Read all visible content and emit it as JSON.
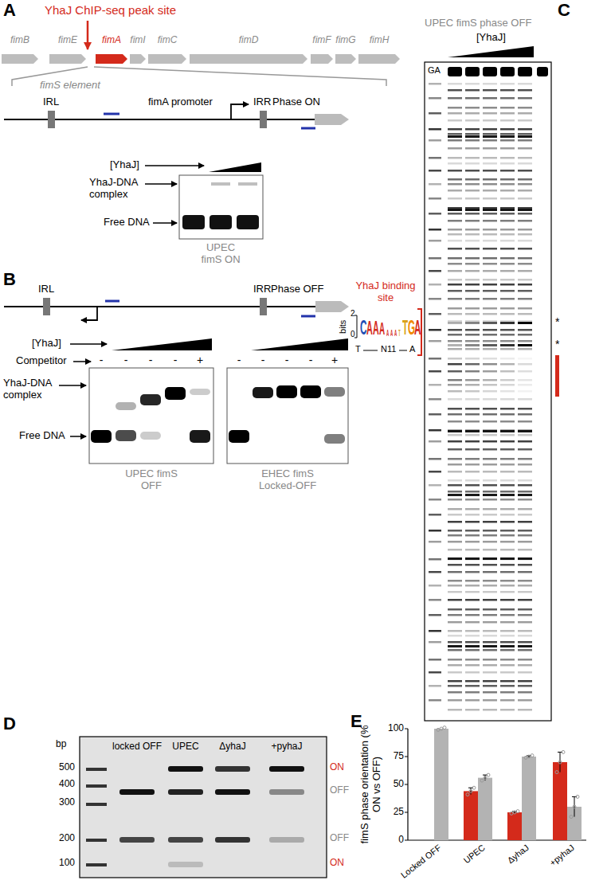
{
  "diagram": {
    "nodes": [
      {
        "text": [
          "fimB"
        ]
      },
      {
        "text": [
          "fimE"
        ]
      },
      {
        "text": [
          "fimA"
        ]
      },
      {
        "text": [
          "fimI"
        ]
      },
      {
        "text": [
          "fimC"
        ]
      },
      {
        "text": [
          "fimD"
        ]
      },
      {
        "text": [
          "fimF"
        ]
      },
      {
        "text": [
          "fimG"
        ]
      },
      {
        "text": [
          "fimH"
        ]
      }
    ],
    "labels": [
      "A",
      "YhaJ ChIP-seq peak site",
      "fimS element",
      "IRL",
      "fimA promoter",
      "IRR",
      "Phase ON",
      "[YhaJ]",
      "YhaJ-DNA complex",
      "Free DNA",
      "UPEC fimS ON",
      "B",
      "IRL",
      "IRR",
      "Phase OFF",
      "[YhaJ]",
      "Competitor",
      "-",
      "-",
      "-",
      "-",
      "+",
      "-",
      "-",
      "-",
      "-",
      "+",
      "YhaJ-DNA complex",
      "Free DNA",
      "UPEC fimS OFF",
      "EHEC fimS Locked-OFF",
      "C",
      "UPEC fimS phase OFF",
      "[YhaJ]",
      "GA",
      "YhaJ binding site",
      "bits",
      "2",
      "0",
      "T",
      "N11",
      "A",
      "C",
      "A",
      "A",
      "A",
      "A",
      "A",
      "A",
      "T",
      "T",
      "G",
      "A",
      "*",
      "*",
      "D",
      "bp",
      "500",
      "400",
      "300",
      "200",
      "100",
      "locked OFF",
      "UPEC",
      "ΔyhaJ",
      "+pyhaJ",
      "ON",
      "OFF",
      "OFF",
      "ON",
      "E",
      "fimS phase orientation (% ON vs OFF)",
      "100",
      "75",
      "50",
      "25",
      "0",
      "Locked OFF",
      "UPEC",
      "ΔyhaJ",
      "+pyhaJ"
    ]
  }
}
